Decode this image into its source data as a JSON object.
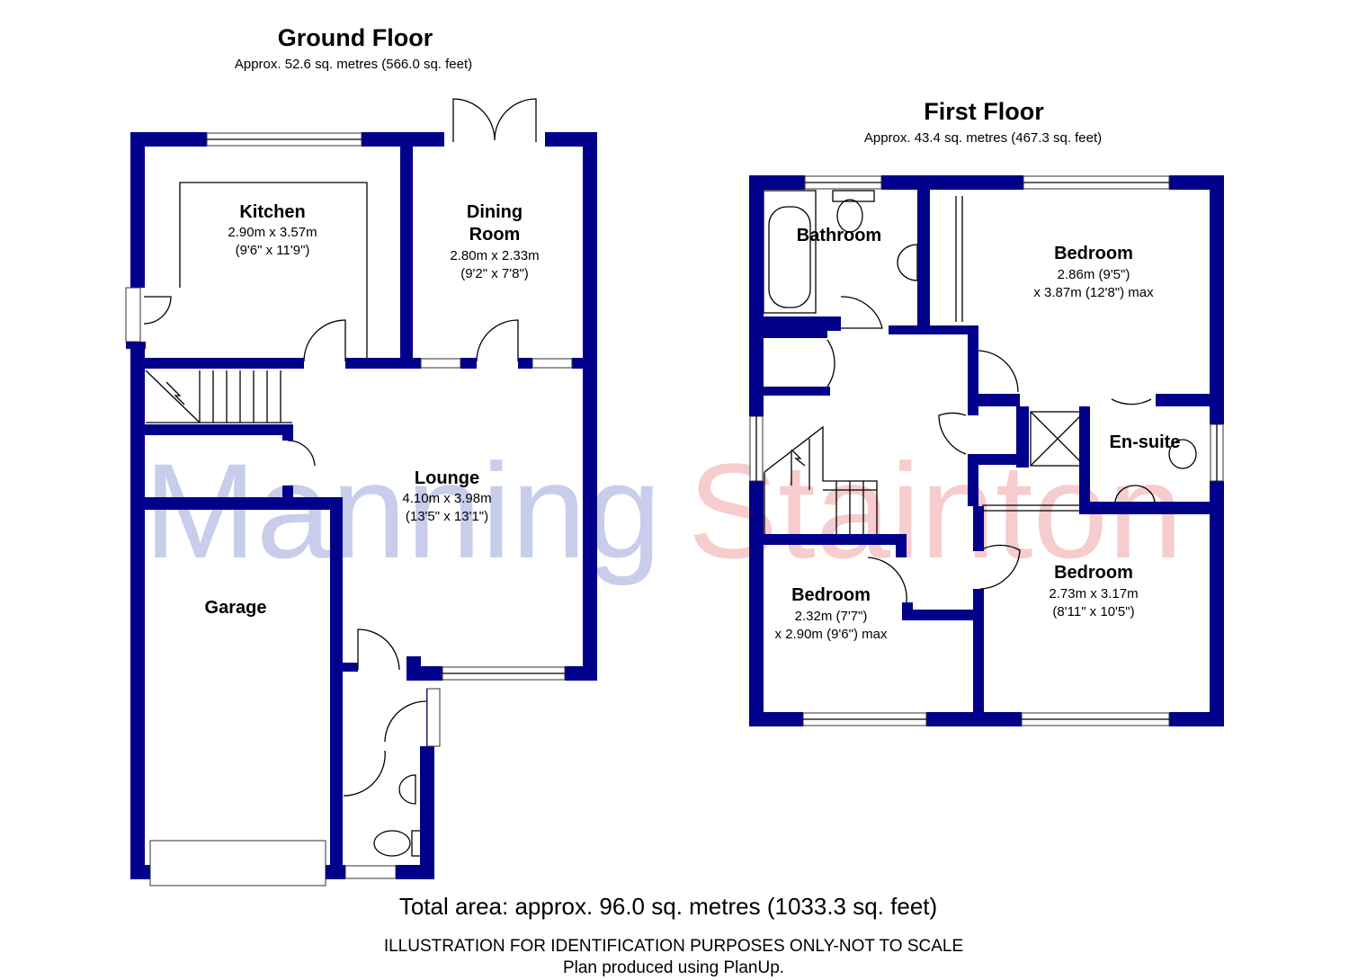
{
  "watermark": {
    "part1": "Manning",
    "part2": "Stainton",
    "color1": "#c7cdea",
    "color2": "#f6cccc"
  },
  "wall_color": "#00008b",
  "ground_floor": {
    "title": "Ground Floor",
    "area": "Approx. 52.6 sq. metres (566.0 sq. feet)",
    "rooms": {
      "kitchen": {
        "name": "Kitchen",
        "dim_metric": "2.90m x 3.57m",
        "dim_imperial": "(9'6\" x 11'9\")"
      },
      "dining": {
        "name_line1": "Dining",
        "name_line2": "Room",
        "dim_metric": "2.80m x 2.33m",
        "dim_imperial": "(9'2\" x 7'8\")"
      },
      "lounge": {
        "name": "Lounge",
        "dim_metric": "4.10m x 3.98m",
        "dim_imperial": "(13'5\" x 13'1\")"
      },
      "garage": {
        "name": "Garage"
      }
    }
  },
  "first_floor": {
    "title": "First Floor",
    "area": "Approx. 43.4 sq. metres (467.3 sq. feet)",
    "rooms": {
      "bathroom": {
        "name": "Bathroom"
      },
      "bedroom1": {
        "name": "Bedroom",
        "dim_line1": "2.86m (9'5\")",
        "dim_line2": "x 3.87m (12'8\") max"
      },
      "ensuite": {
        "name": "En-suite"
      },
      "bedroom2": {
        "name": "Bedroom",
        "dim_line1": "2.32m (7'7\")",
        "dim_line2": "x 2.90m (9'6\") max"
      },
      "bedroom3": {
        "name": "Bedroom",
        "dim_line1": "2.73m x 3.17m",
        "dim_line2": "(8'11\" x 10'5\")"
      }
    }
  },
  "footer": {
    "total": "Total area: approx. 96.0 sq. metres (1033.3 sq. feet)",
    "disclaimer": "ILLUSTRATION FOR IDENTIFICATION PURPOSES ONLY-NOT TO SCALE",
    "credit": "Plan produced using PlanUp."
  }
}
